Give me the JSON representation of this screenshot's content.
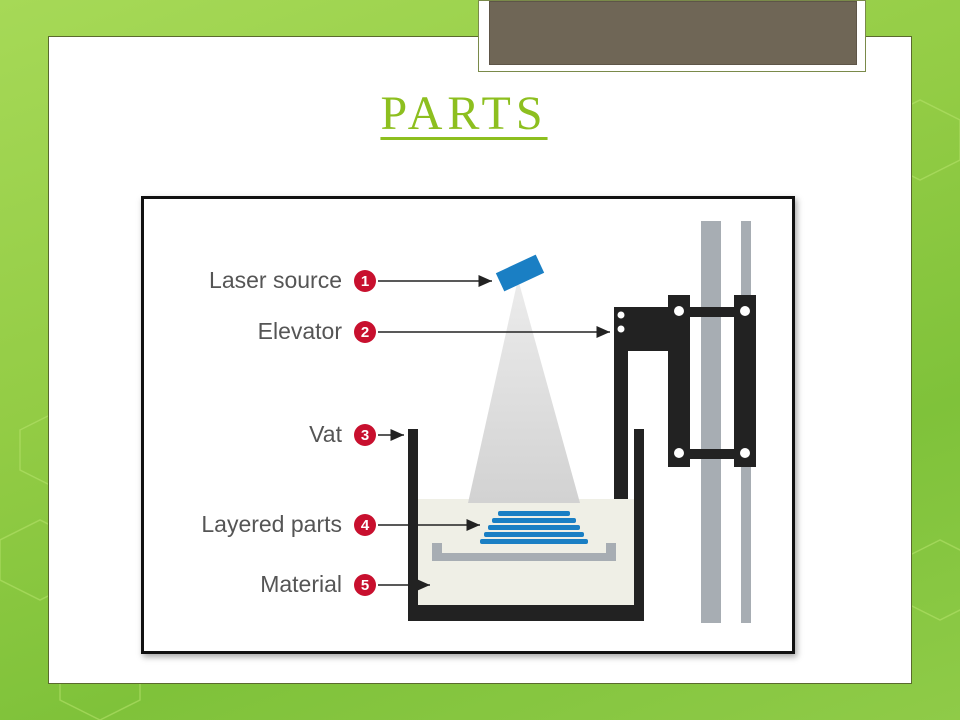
{
  "slide": {
    "title": "PARTS"
  },
  "diagram": {
    "labels": [
      {
        "number": "1",
        "text": "Laser source"
      },
      {
        "number": "2",
        "text": "Elevator"
      },
      {
        "number": "3",
        "text": "Vat"
      },
      {
        "number": "4",
        "text": "Layered parts"
      },
      {
        "number": "5",
        "text": "Material"
      }
    ],
    "colors": {
      "accent_title": "#8dbf1f",
      "badge_red": "#c8102e",
      "laser_blue": "#1a7fc4",
      "vat_black": "#222222",
      "rail_gray": "#a7adb3",
      "material_fill": "#efefe6"
    }
  }
}
